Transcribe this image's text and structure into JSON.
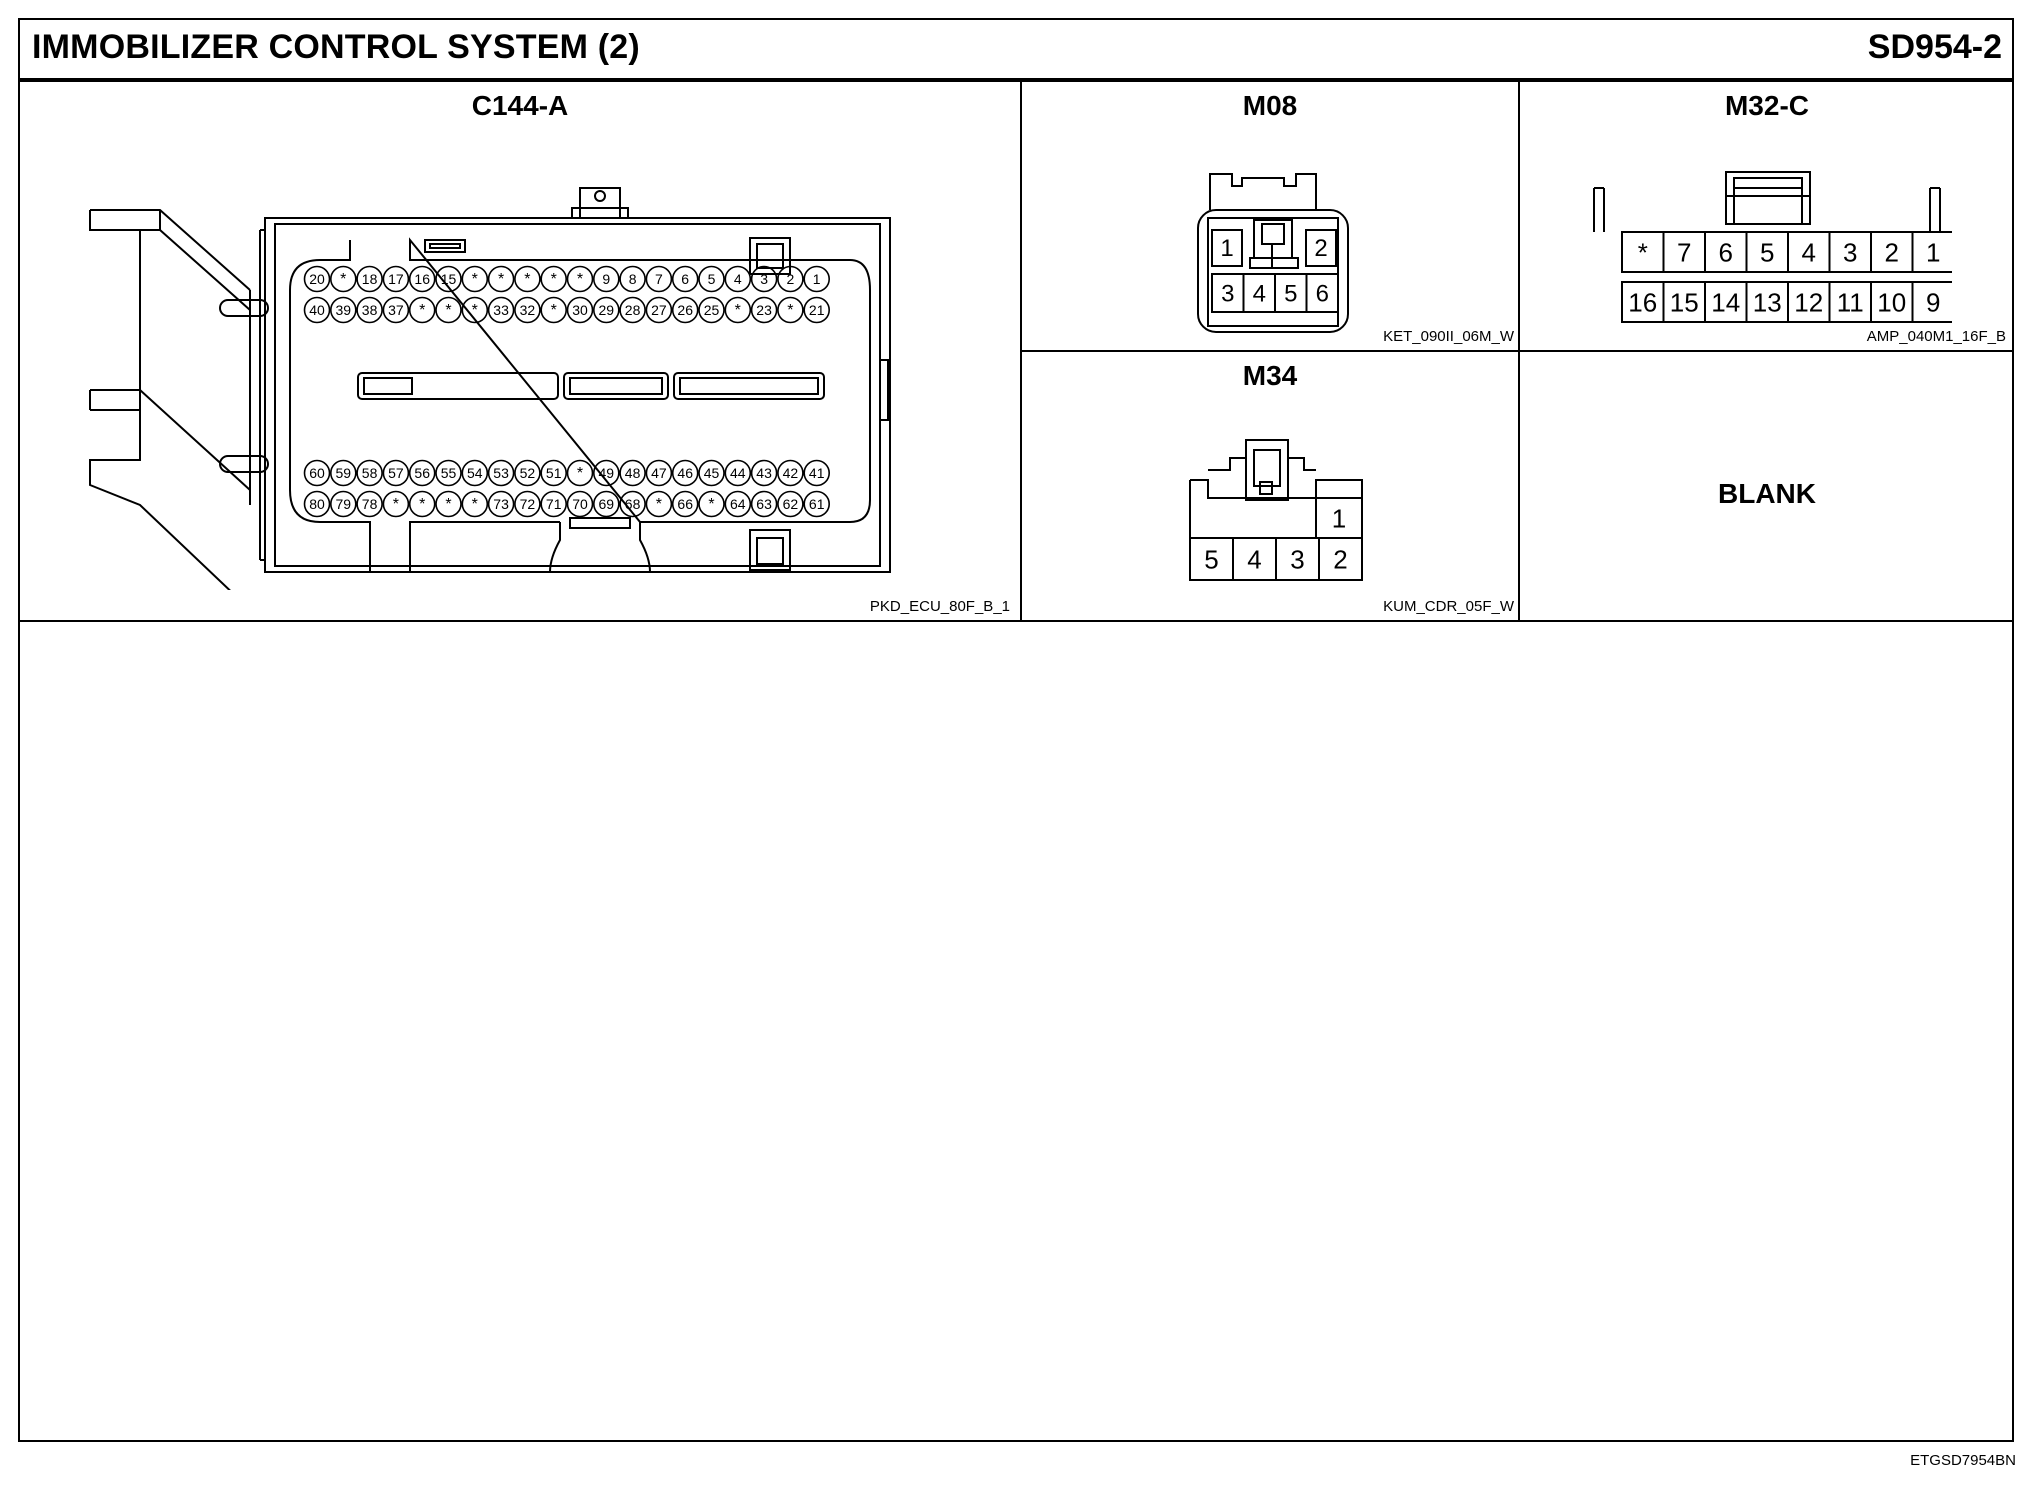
{
  "header": {
    "title": "IMMOBILIZER CONTROL SYSTEM (2)",
    "code": "SD954-2"
  },
  "connectors": {
    "c144a": {
      "name": "C144-A",
      "part_no": "PKD_ECU_80F_B_1",
      "rows": [
        [
          "20",
          "*",
          "18",
          "17",
          "16",
          "15",
          "*",
          "*",
          "*",
          "*",
          "*",
          "9",
          "8",
          "7",
          "6",
          "5",
          "4",
          "3",
          "2",
          "1"
        ],
        [
          "40",
          "39",
          "38",
          "37",
          "*",
          "*",
          "*",
          "33",
          "32",
          "*",
          "30",
          "29",
          "28",
          "27",
          "26",
          "25",
          "*",
          "23",
          "*",
          "21"
        ],
        [
          "60",
          "59",
          "58",
          "57",
          "56",
          "55",
          "54",
          "53",
          "52",
          "51",
          "*",
          "49",
          "48",
          "47",
          "46",
          "45",
          "44",
          "43",
          "42",
          "41"
        ],
        [
          "80",
          "79",
          "78",
          "*",
          "*",
          "*",
          "*",
          "73",
          "72",
          "71",
          "70",
          "69",
          "68",
          "*",
          "66",
          "*",
          "64",
          "63",
          "62",
          "61"
        ]
      ]
    },
    "m08": {
      "name": "M08",
      "part_no": "KET_090II_06M_W",
      "top_row": [
        "1",
        "2"
      ],
      "bottom_row": [
        "3",
        "4",
        "5",
        "6"
      ]
    },
    "m32c": {
      "name": "M32-C",
      "part_no": "AMP_040M1_16F_B",
      "top_row": [
        "*",
        "7",
        "6",
        "5",
        "4",
        "3",
        "2",
        "1"
      ],
      "bottom_row": [
        "16",
        "15",
        "14",
        "13",
        "12",
        "11",
        "10",
        "9"
      ]
    },
    "m34": {
      "name": "M34",
      "part_no": "KUM_CDR_05F_W",
      "top_row": [
        "1"
      ],
      "bottom_row": [
        "5",
        "4",
        "3",
        "2"
      ]
    },
    "blank": {
      "label": "BLANK"
    }
  },
  "footer": {
    "code": "ETGSD7954BN"
  }
}
